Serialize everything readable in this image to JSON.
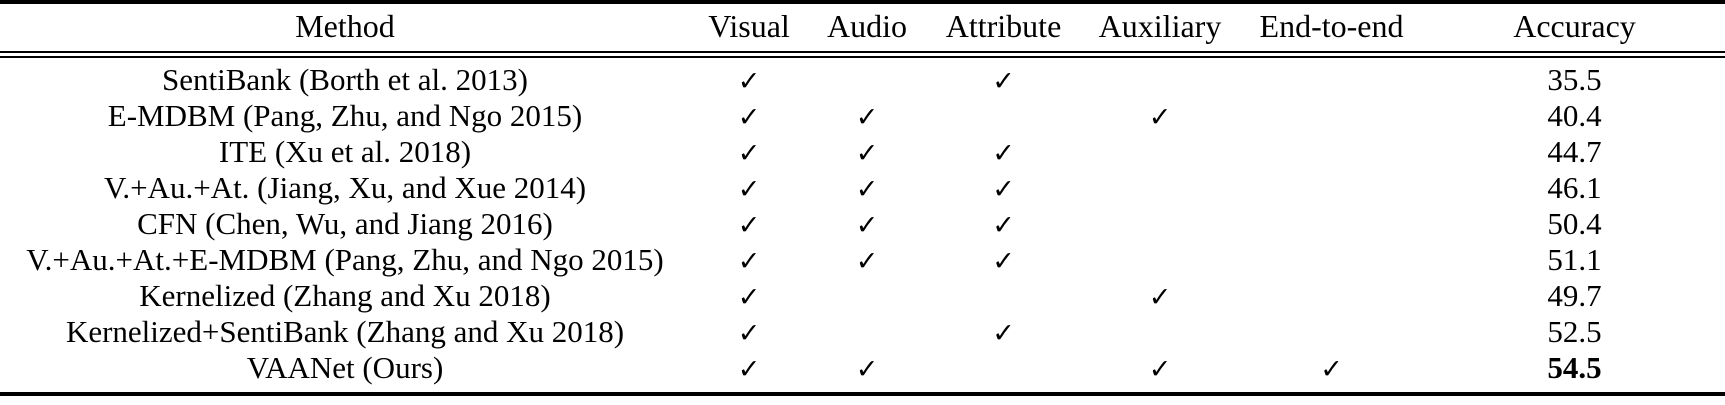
{
  "table": {
    "caption": "",
    "check_glyph": "✓",
    "columns": [
      {
        "key": "method",
        "label": "Method"
      },
      {
        "key": "visual",
        "label": "Visual"
      },
      {
        "key": "audio",
        "label": "Audio"
      },
      {
        "key": "attribute",
        "label": "Attribute"
      },
      {
        "key": "auxiliary",
        "label": "Auxiliary"
      },
      {
        "key": "endtoend",
        "label": "End-to-end"
      },
      {
        "key": "accuracy",
        "label": "Accuracy"
      }
    ],
    "rows": [
      {
        "method": "SentiBank (Borth et al. 2013)",
        "visual": "✓",
        "audio": "",
        "attribute": "✓",
        "auxiliary": "",
        "endtoend": "",
        "accuracy": "35.5",
        "bold": false
      },
      {
        "method": "E-MDBM (Pang, Zhu, and Ngo 2015)",
        "visual": "✓",
        "audio": "✓",
        "attribute": "",
        "auxiliary": "✓",
        "endtoend": "",
        "accuracy": "40.4",
        "bold": false
      },
      {
        "method": "ITE (Xu et al. 2018)",
        "visual": "✓",
        "audio": "✓",
        "attribute": "✓",
        "auxiliary": "",
        "endtoend": "",
        "accuracy": "44.7",
        "bold": false
      },
      {
        "method": "V.+Au.+At. (Jiang, Xu, and Xue 2014)",
        "visual": "✓",
        "audio": "✓",
        "attribute": "✓",
        "auxiliary": "",
        "endtoend": "",
        "accuracy": "46.1",
        "bold": false
      },
      {
        "method": "CFN (Chen, Wu, and Jiang 2016)",
        "visual": "✓",
        "audio": "✓",
        "attribute": "✓",
        "auxiliary": "",
        "endtoend": "",
        "accuracy": "50.4",
        "bold": false
      },
      {
        "method": "V.+Au.+At.+E-MDBM (Pang, Zhu, and Ngo 2015)",
        "visual": "✓",
        "audio": "✓",
        "attribute": "✓",
        "auxiliary": "",
        "endtoend": "",
        "accuracy": "51.1",
        "bold": false
      },
      {
        "method": "Kernelized (Zhang and Xu 2018)",
        "visual": "✓",
        "audio": "",
        "attribute": "",
        "auxiliary": "✓",
        "endtoend": "",
        "accuracy": "49.7",
        "bold": false
      },
      {
        "method": "Kernelized+SentiBank (Zhang and Xu 2018)",
        "visual": "✓",
        "audio": "",
        "attribute": "✓",
        "auxiliary": "",
        "endtoend": "",
        "accuracy": "52.5",
        "bold": false
      },
      {
        "method": "VAANet (Ours)",
        "visual": "✓",
        "audio": "✓",
        "attribute": "",
        "auxiliary": "✓",
        "endtoend": "✓",
        "accuracy": "54.5",
        "bold": true
      }
    ]
  }
}
